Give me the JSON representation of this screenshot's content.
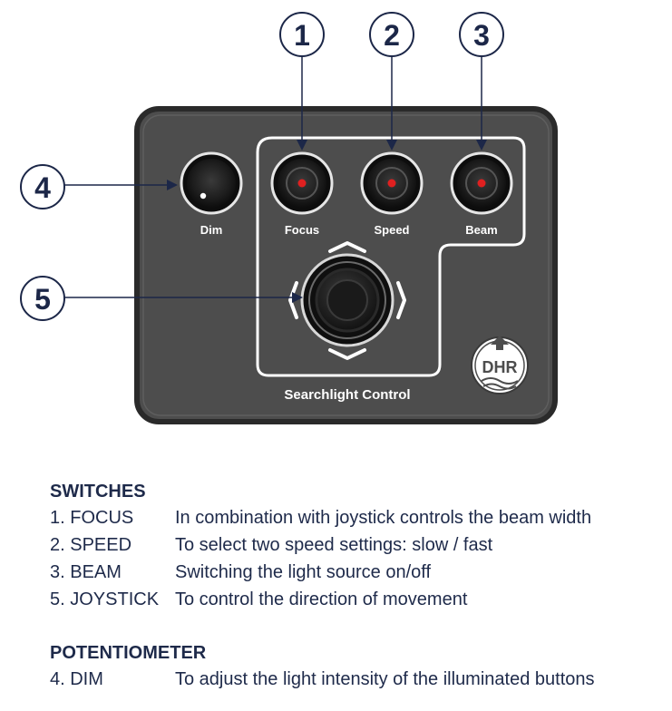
{
  "panel": {
    "title": "Searchlight Control",
    "dim_label": "Dim",
    "buttons": [
      {
        "label": "Focus"
      },
      {
        "label": "Speed"
      },
      {
        "label": "Beam"
      }
    ],
    "logo_text": "DHR",
    "colors": {
      "panel": "#4d4d4d",
      "button_led": "#e02020",
      "callout": "#1c2748"
    }
  },
  "callouts": [
    "1",
    "2",
    "3",
    "4",
    "5"
  ],
  "legend": {
    "switches_title": "SWITCHES",
    "switches": [
      {
        "key": "1. FOCUS",
        "desc": "In combination with joystick controls the beam width"
      },
      {
        "key": "2. SPEED",
        "desc": "To select two speed settings: slow / fast"
      },
      {
        "key": "3. BEAM",
        "desc": "Switching the light source on/off"
      },
      {
        "key": "5. JOYSTICK",
        "desc": "To control the direction of movement"
      }
    ],
    "potentiometer_title": "POTENTIOMETER",
    "potentiometers": [
      {
        "key": "4. DIM",
        "desc": "To adjust the light intensity of the illuminated buttons"
      }
    ]
  }
}
